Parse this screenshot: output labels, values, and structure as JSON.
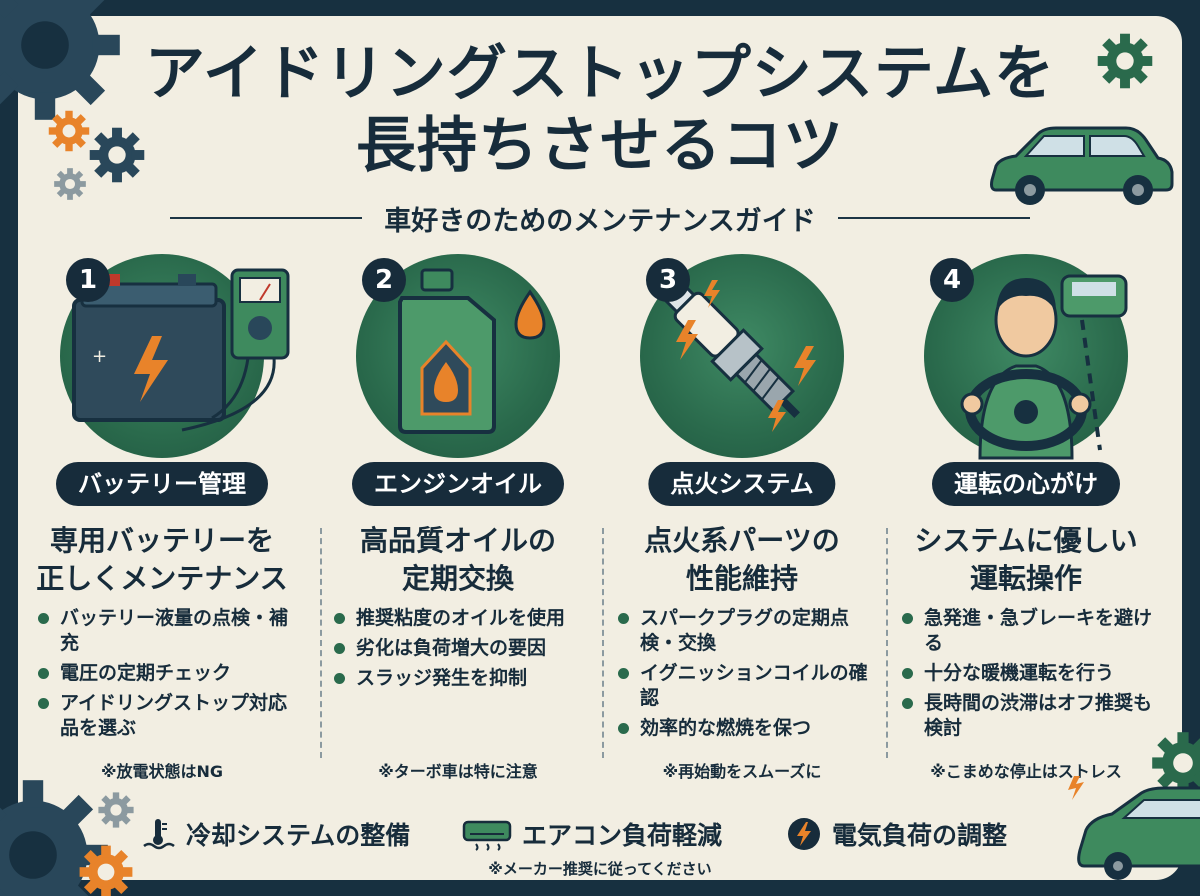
{
  "header": {
    "title_line1": "アイドリングストップシステムを",
    "title_line2": "長持ちさせるコツ",
    "subtitle": "車好きのためのメンテナンスガイド"
  },
  "colors": {
    "navy": "#172c3b",
    "green": "#2a6a4c",
    "orange": "#e8832a",
    "cream": "#f2eee2"
  },
  "cards": [
    {
      "number": "1",
      "icon": "battery-multimeter-icon",
      "category": "バッテリー管理",
      "heading_line1": "専用バッテリーを",
      "heading_line2": "正しくメンテナンス",
      "bullets": [
        "バッテリー液量の点検・補充",
        "電圧の定期チェック",
        "アイドリングストップ対応品を選ぶ"
      ],
      "note": "※放電状態はNG"
    },
    {
      "number": "2",
      "icon": "oil-can-icon",
      "category": "エンジンオイル",
      "heading_line1": "高品質オイルの",
      "heading_line2": "定期交換",
      "bullets": [
        "推奨粘度のオイルを使用",
        "劣化は負荷増大の要因",
        "スラッジ発生を抑制"
      ],
      "note": "※ターボ車は特に注意"
    },
    {
      "number": "3",
      "icon": "spark-plug-icon",
      "category": "点火システム",
      "heading_line1": "点火系パーツの",
      "heading_line2": "性能維持",
      "bullets": [
        "スパークプラグの定期点検・交換",
        "イグニッションコイルの確認",
        "効率的な燃焼を保つ"
      ],
      "note": "※再始動をスムーズに"
    },
    {
      "number": "4",
      "icon": "driver-steering-icon",
      "category": "運転の心がけ",
      "heading_line1": "システムに優しい",
      "heading_line2": "運転操作",
      "bullets": [
        "急発進・急ブレーキを避ける",
        "十分な暖機運転を行う",
        "長時間の渋滞はオフ推奨も検討"
      ],
      "note": "※こまめな停止はストレス"
    }
  ],
  "footer": {
    "items": [
      {
        "icon": "coolant-temperature-icon",
        "label": "冷却システムの整備"
      },
      {
        "icon": "air-conditioner-icon",
        "label": "エアコン負荷軽減"
      },
      {
        "icon": "electric-bolt-icon",
        "label": "電気負荷の調整"
      }
    ],
    "footnote": "※メーカー推奨に従ってください"
  }
}
